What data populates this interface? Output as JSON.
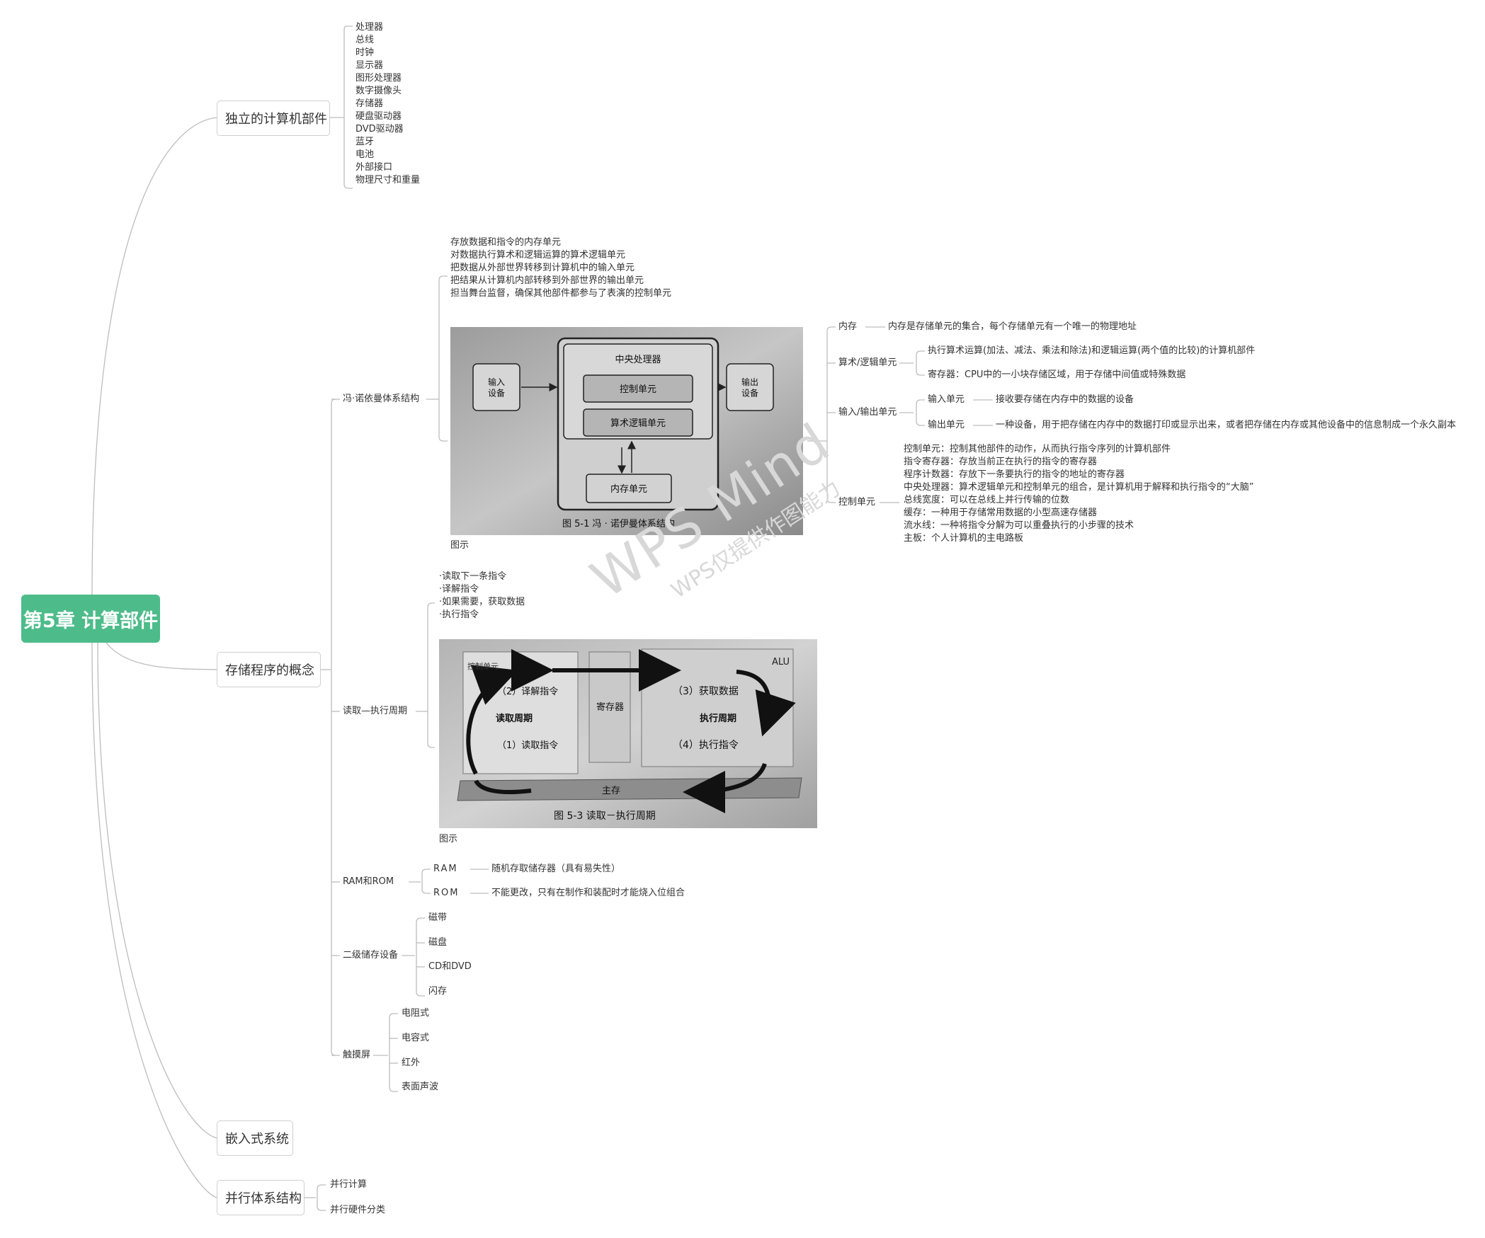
{
  "root": "第5章 计算部件",
  "components": {
    "label": "独立的计算机部件",
    "items": [
      "处理器",
      "总线",
      "时钟",
      "显示器",
      "图形处理器",
      "数字摄像头",
      "存储器",
      "硬盘驱动器",
      "DVD驱动器",
      "蓝牙",
      "电池",
      "外部接口",
      "物理尺寸和重量"
    ]
  },
  "stored_program": {
    "label": "存储程序的概念",
    "von_neumann": {
      "label": "冯·诺依曼体系结构",
      "notes": [
        "存放数据和指令的内存单元",
        "对数据执行算术和逻辑运算的算术逻辑单元",
        "把数据从外部世界转移到计算机中的输入单元",
        "把结果从计算机内部转移到外部世界的输出单元",
        "担当舞台监督，确保其他部件都参与了表演的控制单元"
      ],
      "figure_caption": "图示",
      "figure": {
        "cpu": "中央处理器",
        "control": "控制单元",
        "alu": "算术逻辑单元",
        "memory": "内存单元",
        "input": "输入\n设备",
        "output": "输出\n设备",
        "caption": "图 5-1   冯 · 诺伊曼体系结构"
      },
      "memory": {
        "label": "内存",
        "desc": "内存是存储单元的集合，每个存储单元有一个唯一的物理地址"
      },
      "alu": {
        "label": "算术/逻辑单元",
        "items": [
          "执行算术运算(加法、减法、乘法和除法)和逻辑运算(两个值的比较)的计算机部件",
          "寄存器：CPU中的一小块存储区域，用于存储中间值或特殊数据"
        ]
      },
      "io": {
        "label": "输入/输出单元",
        "input_label": "输入单元",
        "input_desc": "接收要存储在内存中的数据的设备",
        "output_label": "输出单元",
        "output_desc": "一种设备，用于把存储在内存中的数据打印或显示出来，或者把存储在内存或其他设备中的信息制成一个永久副本"
      },
      "control": {
        "label": "控制单元",
        "items": [
          "控制单元：控制其他部件的动作，从而执行指令序列的计算机部件",
          "指令寄存器：存放当前正在执行的指令的寄存器",
          "程序计数器：存放下一条要执行的指令的地址的寄存器",
          "中央处理器：算术逻辑单元和控制单元的组合，是计算机用于解释和执行指令的“大脑”",
          "总线宽度：可以在总线上并行传输的位数",
          "缓存：一种用于存储常用数据的小型高速存储器",
          "流水线：一种将指令分解为可以重叠执行的小步骤的技术",
          "主板：个人计算机的主电路板"
        ]
      }
    },
    "fetch": {
      "label": "读取—执行周期",
      "steps": [
        "·读取下一条指令",
        "·译解指令",
        "·如果需要，获取数据",
        "·执行指令"
      ],
      "figure_caption": "图示",
      "figure": {
        "control": "控制单元",
        "alu": "ALU",
        "decode": "（2）译解指令",
        "fetch_cycle": "读取周期",
        "fetch_instr": "（1）读取指令",
        "register": "寄存器",
        "get_data": "（3）获取数据",
        "exec_cycle": "执行周期",
        "exec_instr": "（4）执行指令",
        "main_memory": "主存",
        "caption": "图 5-3   读取－执行周期"
      }
    },
    "ram_rom": {
      "label": "RAM和ROM",
      "ram_label": "RAM",
      "ram_desc": "随机存取储存器（具有易失性）",
      "rom_label": "ROM",
      "rom_desc": "不能更改，只有在制作和装配时才能烧入位组合"
    },
    "secondary": {
      "label": "二级储存设备",
      "items": [
        "磁带",
        "磁盘",
        "CD和DVD",
        "闪存"
      ]
    },
    "touch": {
      "label": "触摸屏",
      "items": [
        "电阻式",
        "电容式",
        "红外",
        "表面声波"
      ]
    }
  },
  "embedded": {
    "label": "嵌入式系统"
  },
  "parallel": {
    "label": "并行体系结构",
    "items": [
      "并行计算",
      "并行硬件分类"
    ]
  },
  "watermark": {
    "line1": "WPS Mind",
    "line2": "WPS仅提供作图能力"
  }
}
